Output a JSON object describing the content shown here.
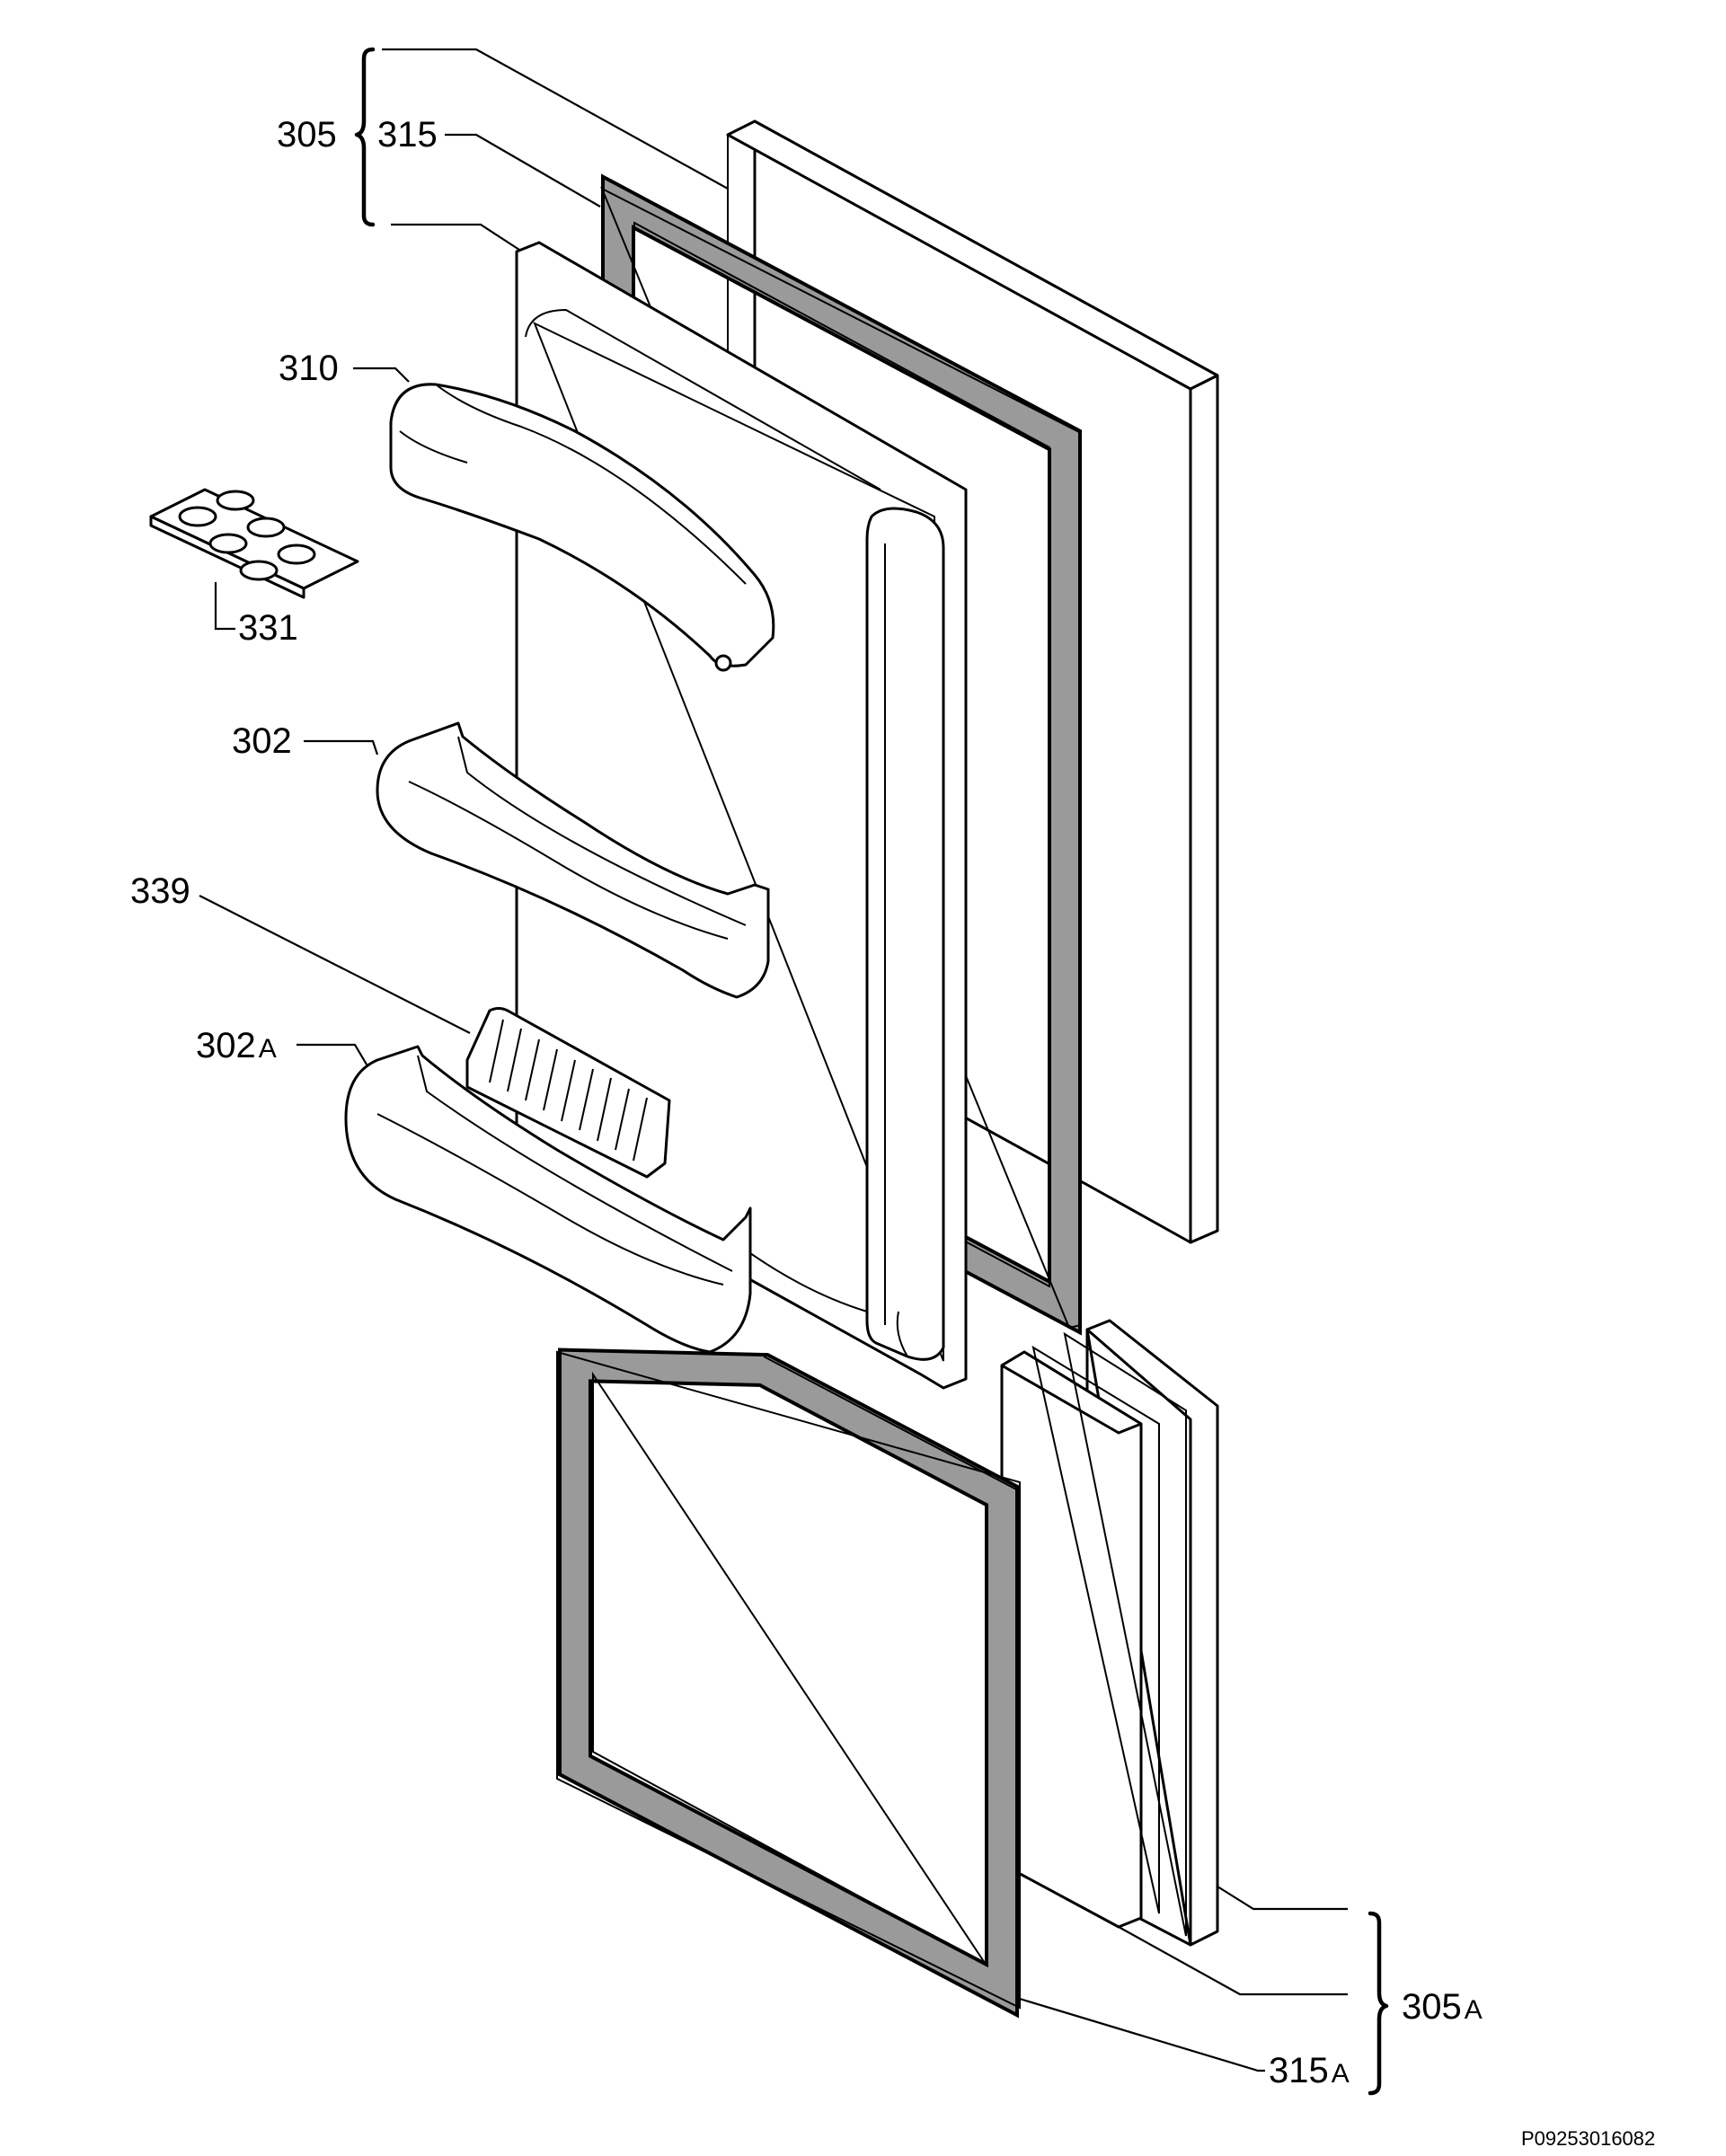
{
  "parts": {
    "p305": {
      "num": "305",
      "suffix": ""
    },
    "p315": {
      "num": "315",
      "suffix": ""
    },
    "p310": {
      "num": "310",
      "suffix": ""
    },
    "p331": {
      "num": "331",
      "suffix": ""
    },
    "p302": {
      "num": "302",
      "suffix": ""
    },
    "p339": {
      "num": "339",
      "suffix": ""
    },
    "p302a": {
      "num": "302",
      "suffix": "A"
    },
    "p305a": {
      "num": "305",
      "suffix": "A"
    },
    "p315a": {
      "num": "315",
      "suffix": "A"
    }
  },
  "drawing_code": "P09253016082",
  "colors": {
    "line": "#000000",
    "gasket_fill": "#9a9a9a",
    "background": "#ffffff"
  }
}
